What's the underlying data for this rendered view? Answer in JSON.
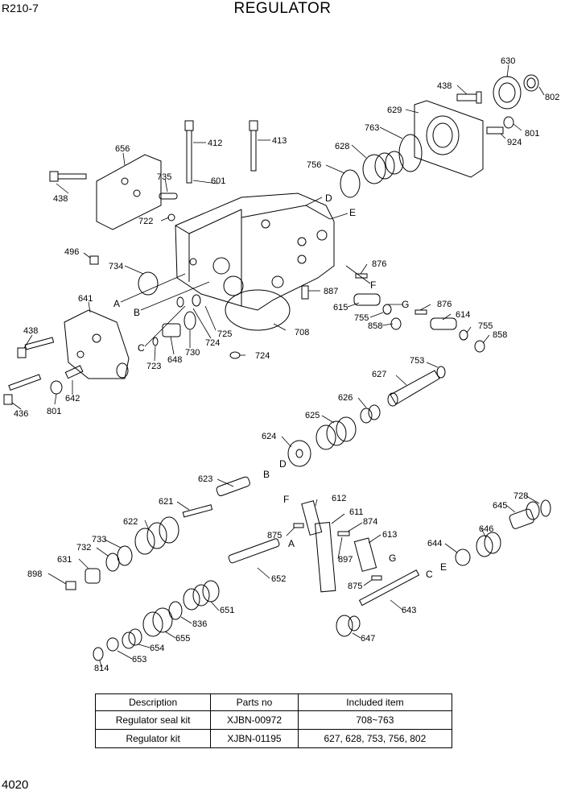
{
  "header": {
    "model": "R210-7",
    "title": "REGULATOR"
  },
  "footer": {
    "page_number": "4020"
  },
  "callouts": [
    {
      "id": "c630",
      "text": "630"
    },
    {
      "id": "c438a",
      "text": "438"
    },
    {
      "id": "c802a",
      "text": "802"
    },
    {
      "id": "c629",
      "text": "629"
    },
    {
      "id": "c801a",
      "text": "801"
    },
    {
      "id": "c924",
      "text": "924"
    },
    {
      "id": "c763",
      "text": "763"
    },
    {
      "id": "c628",
      "text": "628"
    },
    {
      "id": "c756",
      "text": "756"
    },
    {
      "id": "c412",
      "text": "412"
    },
    {
      "id": "c413",
      "text": "413"
    },
    {
      "id": "c656",
      "text": "656"
    },
    {
      "id": "c438b",
      "text": "438"
    },
    {
      "id": "c735",
      "text": "735"
    },
    {
      "id": "c601",
      "text": "601"
    },
    {
      "id": "c722",
      "text": "722"
    },
    {
      "id": "c496",
      "text": "496"
    },
    {
      "id": "c734",
      "text": "734"
    },
    {
      "id": "c876a",
      "text": "876"
    },
    {
      "id": "c887",
      "text": "887"
    },
    {
      "id": "c615",
      "text": "615"
    },
    {
      "id": "c755a",
      "text": "755"
    },
    {
      "id": "c858a",
      "text": "858"
    },
    {
      "id": "c876b",
      "text": "876"
    },
    {
      "id": "c614",
      "text": "614"
    },
    {
      "id": "c755b",
      "text": "755"
    },
    {
      "id": "c858b",
      "text": "858"
    },
    {
      "id": "c708",
      "text": "708"
    },
    {
      "id": "c641",
      "text": "641"
    },
    {
      "id": "c725",
      "text": "725"
    },
    {
      "id": "c724a",
      "text": "724"
    },
    {
      "id": "c724b",
      "text": "724"
    },
    {
      "id": "c730",
      "text": "730"
    },
    {
      "id": "c648",
      "text": "648"
    },
    {
      "id": "c723",
      "text": "723"
    },
    {
      "id": "c438c",
      "text": "438"
    },
    {
      "id": "c642",
      "text": "642"
    },
    {
      "id": "c801b",
      "text": "801"
    },
    {
      "id": "c436",
      "text": "436"
    },
    {
      "id": "c753",
      "text": "753"
    },
    {
      "id": "c627",
      "text": "627"
    },
    {
      "id": "c626",
      "text": "626"
    },
    {
      "id": "c625",
      "text": "625"
    },
    {
      "id": "c624",
      "text": "624"
    },
    {
      "id": "c623",
      "text": "623"
    },
    {
      "id": "c612",
      "text": "612"
    },
    {
      "id": "c611",
      "text": "611"
    },
    {
      "id": "c874",
      "text": "874"
    },
    {
      "id": "c613",
      "text": "613"
    },
    {
      "id": "c621",
      "text": "621"
    },
    {
      "id": "c622",
      "text": "622"
    },
    {
      "id": "c875a",
      "text": "875"
    },
    {
      "id": "c897",
      "text": "897"
    },
    {
      "id": "c728",
      "text": "728"
    },
    {
      "id": "c645",
      "text": "645"
    },
    {
      "id": "c646",
      "text": "646"
    },
    {
      "id": "c644",
      "text": "644"
    },
    {
      "id": "c733",
      "text": "733"
    },
    {
      "id": "c732",
      "text": "732"
    },
    {
      "id": "c631",
      "text": "631"
    },
    {
      "id": "c898",
      "text": "898"
    },
    {
      "id": "c652",
      "text": "652"
    },
    {
      "id": "c875b",
      "text": "875"
    },
    {
      "id": "c643",
      "text": "643"
    },
    {
      "id": "c651",
      "text": "651"
    },
    {
      "id": "c836",
      "text": "836"
    },
    {
      "id": "c655",
      "text": "655"
    },
    {
      "id": "c654",
      "text": "654"
    },
    {
      "id": "c653",
      "text": "653"
    },
    {
      "id": "c814",
      "text": "814"
    },
    {
      "id": "c647",
      "text": "647"
    }
  ],
  "letters": [
    {
      "id": "lD1",
      "text": "D"
    },
    {
      "id": "lE1",
      "text": "E"
    },
    {
      "id": "lF1",
      "text": "F"
    },
    {
      "id": "lG1",
      "text": "G"
    },
    {
      "id": "lA1",
      "text": "A"
    },
    {
      "id": "lB1",
      "text": "B"
    },
    {
      "id": "lC1",
      "text": "C"
    },
    {
      "id": "lD2",
      "text": "D"
    },
    {
      "id": "lB2",
      "text": "B"
    },
    {
      "id": "lF2",
      "text": "F"
    },
    {
      "id": "lA2",
      "text": "A"
    },
    {
      "id": "lG2",
      "text": "G"
    },
    {
      "id": "lC2",
      "text": "C"
    },
    {
      "id": "lE2",
      "text": "E"
    }
  ],
  "kit_table": {
    "headers": [
      "Description",
      "Parts no",
      "Included item"
    ],
    "rows": [
      [
        "Regulator seal kit",
        "XJBN-00972",
        "708~763"
      ],
      [
        "Regulator kit",
        "XJBN-01195",
        "627, 628, 753, 756, 802"
      ]
    ]
  }
}
